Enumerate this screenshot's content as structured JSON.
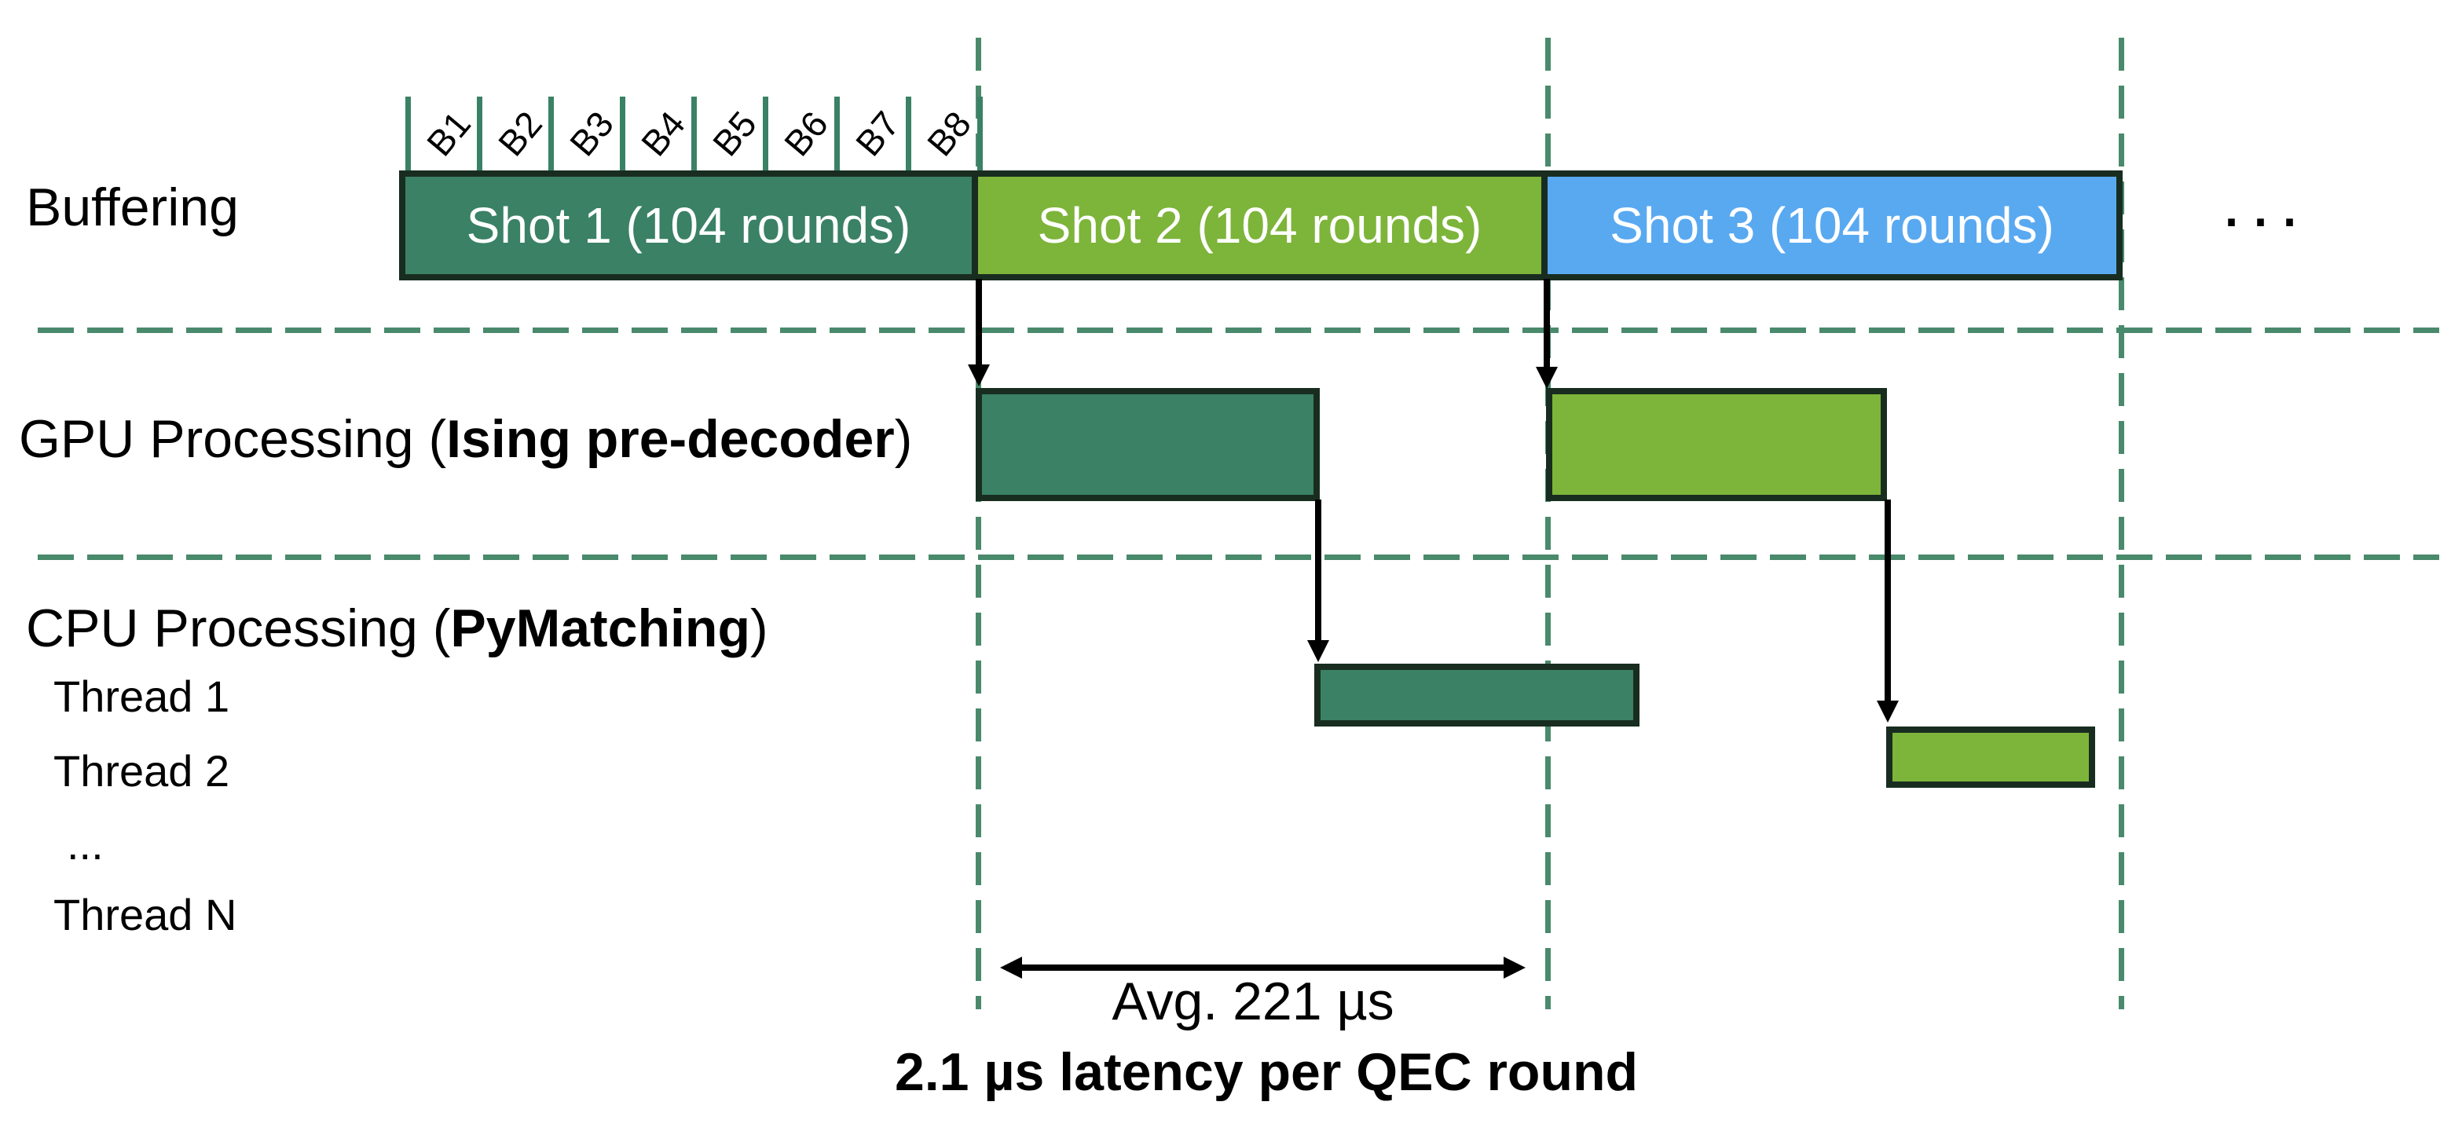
{
  "colors": {
    "teal_bar": "#3A8166",
    "green_bar": "#7DB43A",
    "blue_bar": "#59A9F1",
    "bar_border": "#182D20",
    "dashed_guide": "#4A8A6C",
    "arrow": "#000000",
    "bar_text": "#FFFFFF",
    "text": "#000000"
  },
  "buffering": {
    "label": "Buffering",
    "ticks": [
      "B1",
      "B2",
      "B3",
      "B4",
      "B5",
      "B6",
      "B7",
      "B8"
    ],
    "shots": [
      {
        "label": "Shot 1 (104 rounds)",
        "color": "#3A8166"
      },
      {
        "label": "Shot 2 (104 rounds)",
        "color": "#7DB43A"
      },
      {
        "label": "Shot 3 (104 rounds)",
        "color": "#59A9F1"
      }
    ],
    "ellipsis": "..."
  },
  "gpu": {
    "label_prefix": "GPU Processing (",
    "label_bold": "Ising pre-decoder",
    "label_suffix": ")",
    "bars": [
      {
        "source_shot": "Shot 1",
        "color": "#3A8166"
      },
      {
        "source_shot": "Shot 2",
        "color": "#7DB43A"
      }
    ]
  },
  "cpu": {
    "label_prefix": "CPU Processing (",
    "label_bold": "PyMatching",
    "label_suffix": ")",
    "threads": [
      "Thread 1",
      "Thread 2",
      "...",
      "Thread N"
    ],
    "bars": [
      {
        "thread": "Thread 1",
        "color": "#3A8166"
      },
      {
        "thread": "Thread 2",
        "color": "#7DB43A"
      }
    ]
  },
  "annotations": {
    "span_label": "Avg. 221 µs",
    "latency_label": "2.1 µs latency per QEC round"
  }
}
